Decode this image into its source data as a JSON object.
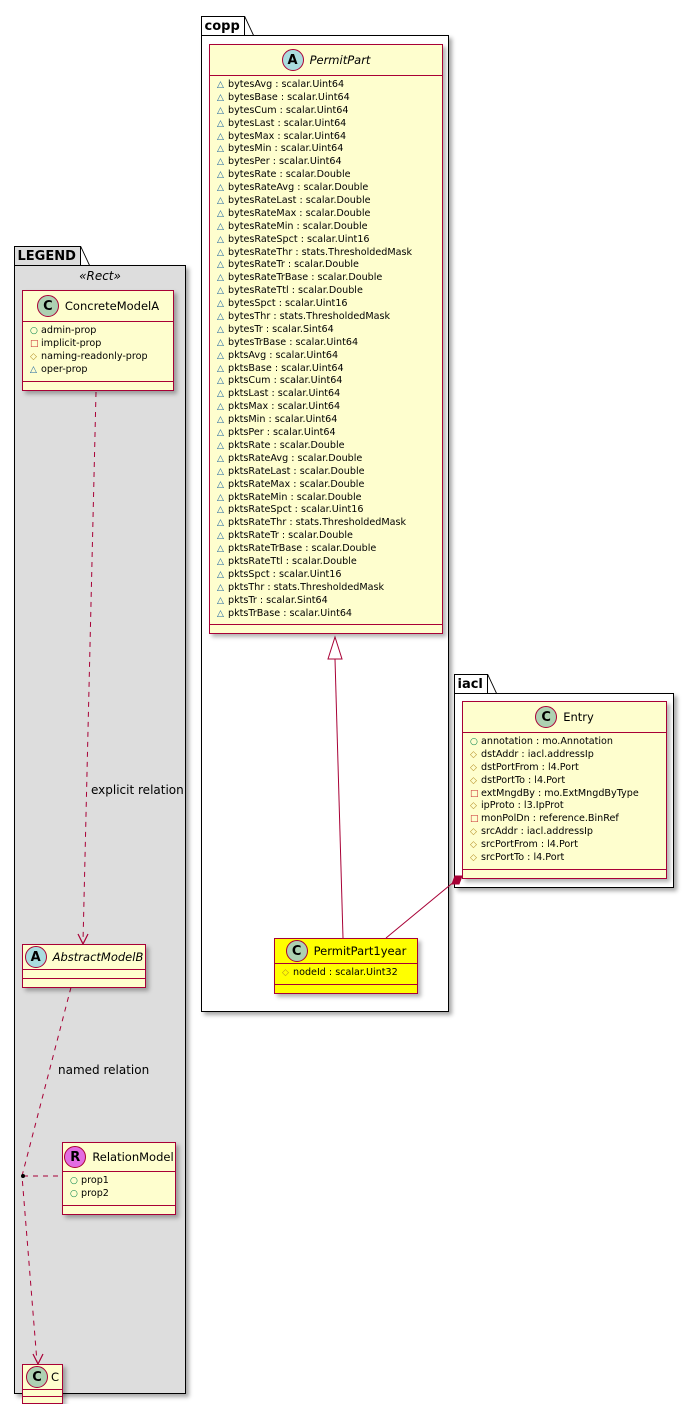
{
  "packages": {
    "copp": {
      "name": "copp"
    },
    "iacl": {
      "name": "iacl"
    },
    "legend": {
      "name": "LEGEND",
      "stereotype": "«Rect»"
    }
  },
  "classes": {
    "permit_part": {
      "name": "PermitPart",
      "kind": "abstract",
      "badge": "A",
      "attributes": [
        {
          "vis": "package",
          "text": "bytesAvg : scalar.Uint64"
        },
        {
          "vis": "package",
          "text": "bytesBase : scalar.Uint64"
        },
        {
          "vis": "package",
          "text": "bytesCum : scalar.Uint64"
        },
        {
          "vis": "package",
          "text": "bytesLast : scalar.Uint64"
        },
        {
          "vis": "package",
          "text": "bytesMax : scalar.Uint64"
        },
        {
          "vis": "package",
          "text": "bytesMin : scalar.Uint64"
        },
        {
          "vis": "package",
          "text": "bytesPer : scalar.Uint64"
        },
        {
          "vis": "package",
          "text": "bytesRate : scalar.Double"
        },
        {
          "vis": "package",
          "text": "bytesRateAvg : scalar.Double"
        },
        {
          "vis": "package",
          "text": "bytesRateLast : scalar.Double"
        },
        {
          "vis": "package",
          "text": "bytesRateMax : scalar.Double"
        },
        {
          "vis": "package",
          "text": "bytesRateMin : scalar.Double"
        },
        {
          "vis": "package",
          "text": "bytesRateSpct : scalar.Uint16"
        },
        {
          "vis": "package",
          "text": "bytesRateThr : stats.ThresholdedMask"
        },
        {
          "vis": "package",
          "text": "bytesRateTr : scalar.Double"
        },
        {
          "vis": "package",
          "text": "bytesRateTrBase : scalar.Double"
        },
        {
          "vis": "package",
          "text": "bytesRateTtl : scalar.Double"
        },
        {
          "vis": "package",
          "text": "bytesSpct : scalar.Uint16"
        },
        {
          "vis": "package",
          "text": "bytesThr : stats.ThresholdedMask"
        },
        {
          "vis": "package",
          "text": "bytesTr : scalar.Sint64"
        },
        {
          "vis": "package",
          "text": "bytesTrBase : scalar.Uint64"
        },
        {
          "vis": "package",
          "text": "pktsAvg : scalar.Uint64"
        },
        {
          "vis": "package",
          "text": "pktsBase : scalar.Uint64"
        },
        {
          "vis": "package",
          "text": "pktsCum : scalar.Uint64"
        },
        {
          "vis": "package",
          "text": "pktsLast : scalar.Uint64"
        },
        {
          "vis": "package",
          "text": "pktsMax : scalar.Uint64"
        },
        {
          "vis": "package",
          "text": "pktsMin : scalar.Uint64"
        },
        {
          "vis": "package",
          "text": "pktsPer : scalar.Uint64"
        },
        {
          "vis": "package",
          "text": "pktsRate : scalar.Double"
        },
        {
          "vis": "package",
          "text": "pktsRateAvg : scalar.Double"
        },
        {
          "vis": "package",
          "text": "pktsRateLast : scalar.Double"
        },
        {
          "vis": "package",
          "text": "pktsRateMax : scalar.Double"
        },
        {
          "vis": "package",
          "text": "pktsRateMin : scalar.Double"
        },
        {
          "vis": "package",
          "text": "pktsRateSpct : scalar.Uint16"
        },
        {
          "vis": "package",
          "text": "pktsRateThr : stats.ThresholdedMask"
        },
        {
          "vis": "package",
          "text": "pktsRateTr : scalar.Double"
        },
        {
          "vis": "package",
          "text": "pktsRateTrBase : scalar.Double"
        },
        {
          "vis": "package",
          "text": "pktsRateTtl : scalar.Double"
        },
        {
          "vis": "package",
          "text": "pktsSpct : scalar.Uint16"
        },
        {
          "vis": "package",
          "text": "pktsThr : stats.ThresholdedMask"
        },
        {
          "vis": "package",
          "text": "pktsTr : scalar.Sint64"
        },
        {
          "vis": "package",
          "text": "pktsTrBase : scalar.Uint64"
        }
      ]
    },
    "permit_part_1year": {
      "name": "PermitPart1year",
      "kind": "class",
      "badge": "C",
      "highlight": "#ffff00",
      "attributes": [
        {
          "vis": "protected",
          "text": "nodeId : scalar.Uint32"
        }
      ]
    },
    "entry": {
      "name": "Entry",
      "kind": "class",
      "badge": "C",
      "attributes": [
        {
          "vis": "public",
          "text": "annotation : mo.Annotation"
        },
        {
          "vis": "protected",
          "text": "dstAddr : iacl.addressIp"
        },
        {
          "vis": "protected",
          "text": "dstPortFrom : l4.Port"
        },
        {
          "vis": "protected",
          "text": "dstPortTo : l4.Port"
        },
        {
          "vis": "private",
          "text": "extMngdBy : mo.ExtMngdByType"
        },
        {
          "vis": "protected",
          "text": "ipProto : l3.IpProt"
        },
        {
          "vis": "private",
          "text": "monPolDn : reference.BinRef"
        },
        {
          "vis": "protected",
          "text": "srcAddr : iacl.addressIp"
        },
        {
          "vis": "protected",
          "text": "srcPortFrom : l4.Port"
        },
        {
          "vis": "protected",
          "text": "srcPortTo : l4.Port"
        }
      ]
    },
    "concrete_model_a": {
      "name": "ConcreteModelA",
      "kind": "class",
      "badge": "C",
      "attributes": [
        {
          "vis": "public",
          "text": "admin-prop"
        },
        {
          "vis": "private",
          "text": "implicit-prop"
        },
        {
          "vis": "protected",
          "text": "naming-readonly-prop"
        },
        {
          "vis": "package",
          "text": "oper-prop"
        }
      ]
    },
    "abstract_model_b": {
      "name": "AbstractModelB",
      "kind": "abstract",
      "badge": "A",
      "attributes": []
    },
    "relation_model": {
      "name": "RelationModel",
      "kind": "relation",
      "badge": "R",
      "attributes": [
        {
          "vis": "public",
          "text": "prop1"
        },
        {
          "vis": "public",
          "text": "prop2"
        }
      ]
    },
    "c": {
      "name": "C",
      "kind": "class",
      "badge": "C",
      "attributes": []
    }
  },
  "relations": {
    "explicit_label": "explicit relation",
    "named_label": "named relation"
  },
  "visibility_symbols": {
    "public": "○",
    "private": "□",
    "protected": "◇",
    "package": "△"
  },
  "colors": {
    "class_fill": "#fefece",
    "class_border": "#a80036",
    "legend_bg": "#dddddd",
    "highlight": "#ffff00"
  }
}
